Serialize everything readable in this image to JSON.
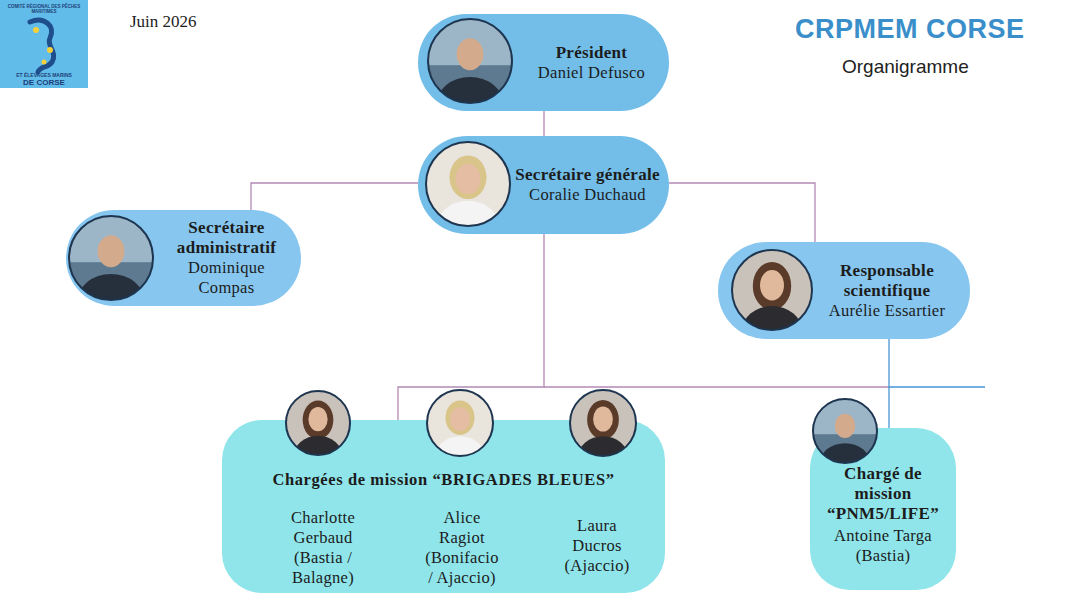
{
  "diagram": {
    "title": "CRPMEM CORSE",
    "nodes": [
      {
        "text": [
          "Président",
          "Daniel Defusco"
        ]
      },
      {
        "text": [
          "Secrétaire générale",
          "Coralie Duchaud"
        ]
      },
      {
        "text": [
          "Secrétaire administratif",
          "Dominique Compas"
        ]
      },
      {
        "text": [
          "Responsable scientifique",
          "Aurélie Essartier"
        ]
      },
      {
        "text": [
          "Chargées de mission “BRIGADES BLEUES”",
          "Charlotte Gerbaud (Bastia / Balagne)",
          "Alice Ragiot (Bonifacio / Ajaccio)",
          "Laura Ducros (Ajaccio)"
        ]
      },
      {
        "text": [
          "Chargé de mission “PNM5/LIFE”",
          "Antoine Targa (Bastia)"
        ]
      }
    ],
    "edges": [
      {
        "from": 0,
        "to": 1,
        "arrow": "none"
      },
      {
        "from": 1,
        "to": 2,
        "arrow": "none"
      },
      {
        "from": 1,
        "to": 3,
        "arrow": "none"
      },
      {
        "from": 1,
        "to": 4,
        "arrow": "none"
      },
      {
        "from": 3,
        "to": 5,
        "arrow": "none"
      }
    ],
    "labels": [
      "Juin 2026",
      "Organigramme",
      "COMITÉ RÉGIONAL DES PÊCHES MARITIMES",
      "ET ÉLEVAGES MARINS",
      "DE CORSE"
    ]
  }
}
